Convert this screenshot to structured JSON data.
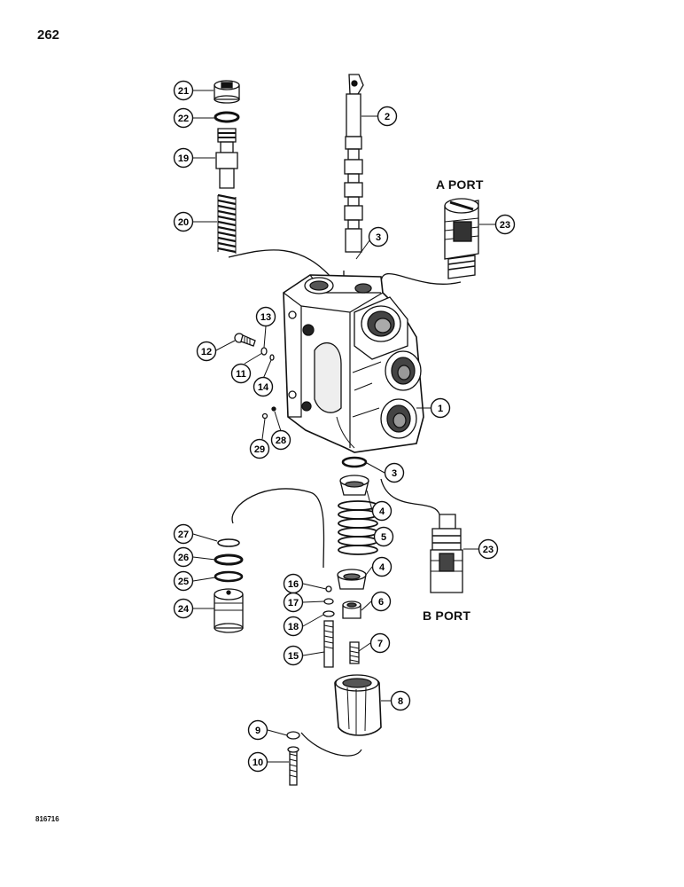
{
  "page": {
    "number": "262",
    "figure_code": "816716"
  },
  "ports": {
    "a": "A PORT",
    "b": "B PORT"
  },
  "callouts": [
    {
      "n": "21"
    },
    {
      "n": "22"
    },
    {
      "n": "19"
    },
    {
      "n": "20"
    },
    {
      "n": "2"
    },
    {
      "n": "3"
    },
    {
      "n": "23"
    },
    {
      "n": "13"
    },
    {
      "n": "12"
    },
    {
      "n": "11"
    },
    {
      "n": "14"
    },
    {
      "n": "1"
    },
    {
      "n": "29"
    },
    {
      "n": "28"
    },
    {
      "n": "3"
    },
    {
      "n": "4"
    },
    {
      "n": "23"
    },
    {
      "n": "5"
    },
    {
      "n": "27"
    },
    {
      "n": "26"
    },
    {
      "n": "25"
    },
    {
      "n": "24"
    },
    {
      "n": "4"
    },
    {
      "n": "16"
    },
    {
      "n": "17"
    },
    {
      "n": "6"
    },
    {
      "n": "18"
    },
    {
      "n": "7"
    },
    {
      "n": "15"
    },
    {
      "n": "8"
    },
    {
      "n": "9"
    },
    {
      "n": "10"
    }
  ],
  "colors": {
    "ink": "#111111",
    "paper": "#ffffff",
    "shade": "#9a9a9a",
    "dark": "#3a3a3a"
  }
}
